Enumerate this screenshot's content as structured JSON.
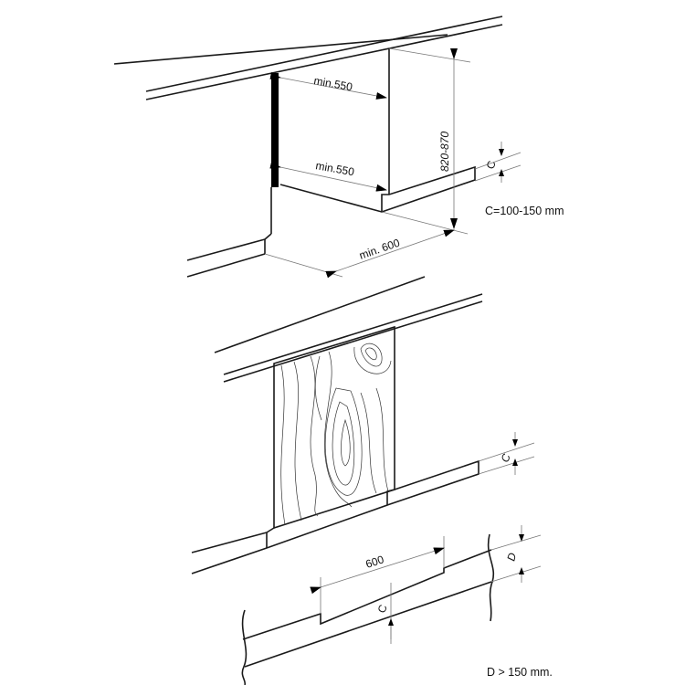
{
  "top_figure": {
    "depth_top_label": "min.550",
    "depth_bottom_label": "min.550",
    "height_label": "820-870",
    "plinth_label": "C",
    "width_label": "min. 600",
    "note": "C=100-150 mm"
  },
  "bottom_figure": {
    "plinth_label": "C",
    "width_label": "600",
    "depth_label": "D",
    "recess_label": "C",
    "note": "D > 150 mm."
  }
}
